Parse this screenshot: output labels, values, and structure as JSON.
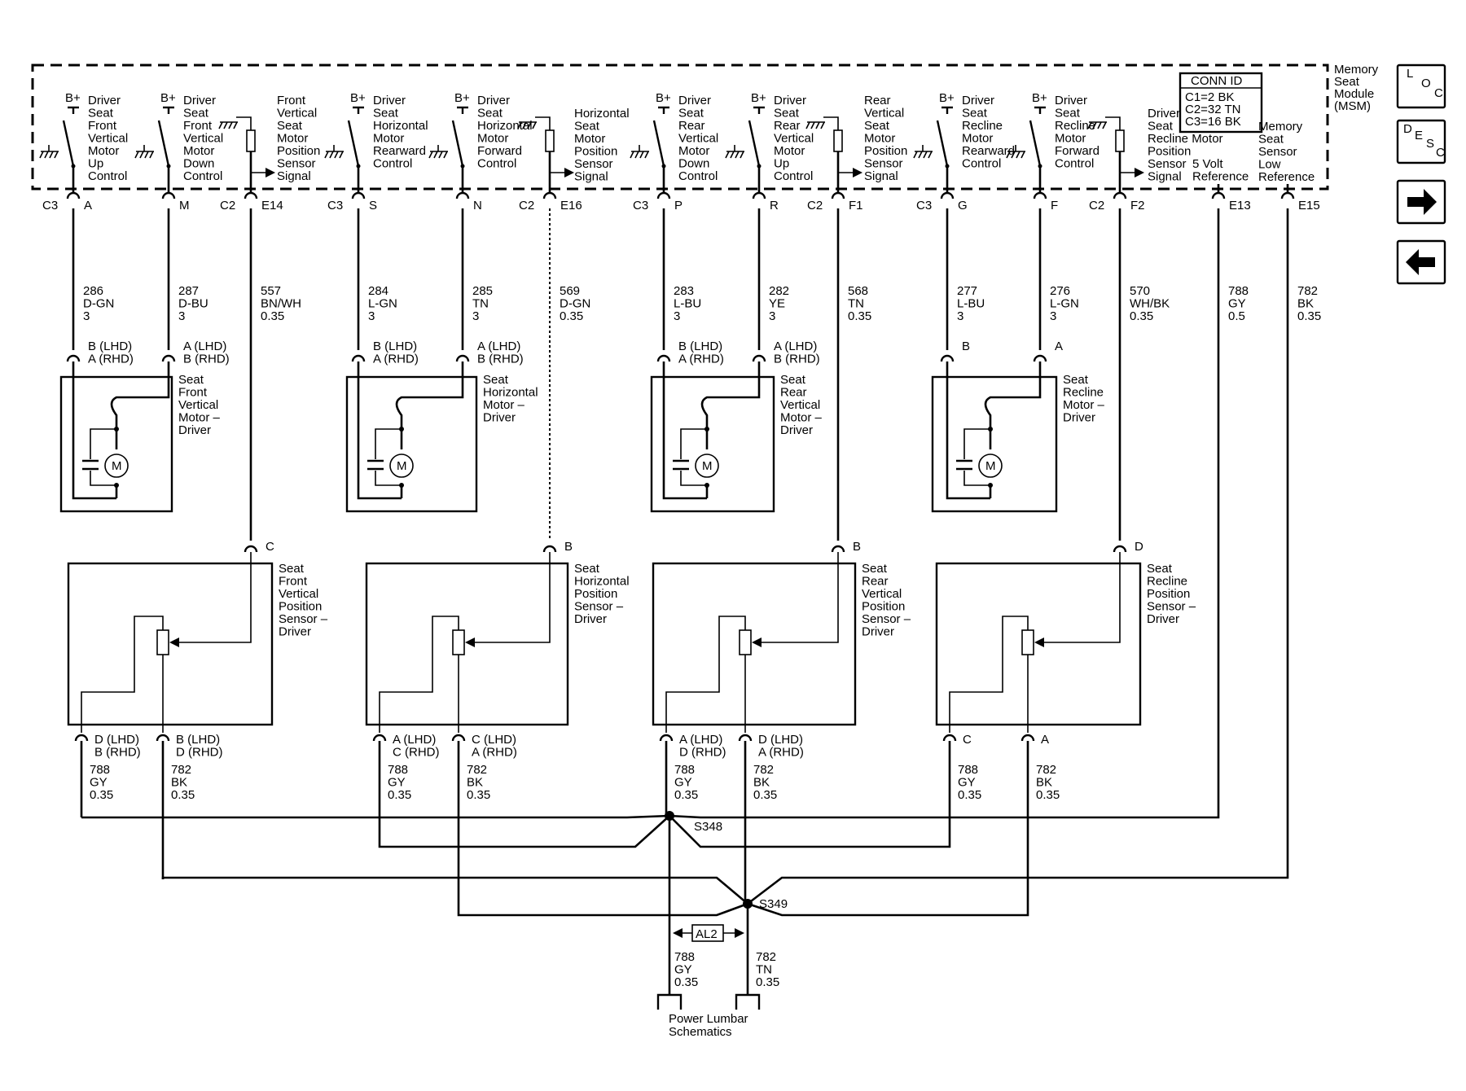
{
  "module": {
    "name_lines": [
      "Memory",
      "Seat",
      "Module",
      "(MSM)"
    ],
    "conn_id": {
      "title": "CONN ID",
      "rows": [
        "C1=2 BK",
        "C2=32 TN",
        "C3=16 BK"
      ]
    }
  },
  "b_plus": "B+",
  "msm_circuits": [
    {
      "id": "c1",
      "lines": [
        "Driver",
        "Seat",
        "Front",
        "Vertical",
        "Motor",
        "Up",
        "Control"
      ],
      "conn": "C3",
      "pin": "A",
      "wire": [
        "286",
        "D-GN",
        "3"
      ]
    },
    {
      "id": "c2",
      "lines": [
        "Driver",
        "Seat",
        "Front",
        "Vertical",
        "Motor",
        "Down",
        "Control"
      ],
      "conn": "",
      "pin": "M",
      "wire": [
        "287",
        "D-BU",
        "3"
      ]
    },
    {
      "id": "c3",
      "lines": [
        "Front",
        "Vertical",
        "Seat",
        "Motor",
        "Position",
        "Sensor",
        "Signal"
      ],
      "conn": "C2",
      "pin": "E14",
      "wire": [
        "557",
        "BN/WH",
        "0.35"
      ]
    },
    {
      "id": "c4",
      "lines": [
        "Driver",
        "Seat",
        "Horizontal",
        "Motor",
        "Rearward",
        "Control"
      ],
      "conn": "C3",
      "pin": "S",
      "wire": [
        "284",
        "L-GN",
        "3"
      ]
    },
    {
      "id": "c5",
      "lines": [
        "Driver",
        "Seat",
        "Horizontal",
        "Motor",
        "Forward",
        "Control"
      ],
      "conn": "",
      "pin": "N",
      "wire": [
        "285",
        "TN",
        "3"
      ]
    },
    {
      "id": "c6",
      "lines": [
        "Horizontal",
        "Seat",
        "Motor",
        "Position",
        "Sensor",
        "Signal"
      ],
      "conn": "C2",
      "pin": "E16",
      "wire": [
        "569",
        "D-GN",
        "0.35"
      ]
    },
    {
      "id": "c7",
      "lines": [
        "Driver",
        "Seat",
        "Rear",
        "Vertical",
        "Motor",
        "Down",
        "Control"
      ],
      "conn": "C3",
      "pin": "P",
      "wire": [
        "283",
        "L-BU",
        "3"
      ]
    },
    {
      "id": "c8",
      "lines": [
        "Driver",
        "Seat",
        "Rear",
        "Vertical",
        "Motor",
        "Up",
        "Control"
      ],
      "conn": "",
      "pin": "R",
      "wire": [
        "282",
        "YE",
        "3"
      ]
    },
    {
      "id": "c9",
      "lines": [
        "Rear",
        "Vertical",
        "Seat",
        "Motor",
        "Position",
        "Sensor",
        "Signal"
      ],
      "conn": "C2",
      "pin": "F1",
      "wire": [
        "568",
        "TN",
        "0.35"
      ]
    },
    {
      "id": "c10",
      "lines": [
        "Driver",
        "Seat",
        "Recline",
        "Motor",
        "Rearward",
        "Control"
      ],
      "conn": "C3",
      "pin": "G",
      "wire": [
        "277",
        "L-BU",
        "3"
      ]
    },
    {
      "id": "c11",
      "lines": [
        "Driver",
        "Seat",
        "Recline",
        "Motor",
        "Forward",
        "Control"
      ],
      "conn": "",
      "pin": "F",
      "wire": [
        "276",
        "L-GN",
        "3"
      ]
    },
    {
      "id": "c12",
      "lines": [
        "Driver",
        "Seat",
        "Recline Motor",
        "Position",
        "Sensor",
        "Signal"
      ],
      "conn": "C2",
      "pin": "F2",
      "wire": [
        "570",
        "WH/BK",
        "0.35"
      ]
    },
    {
      "id": "c13",
      "lines": [
        "5 Volt",
        "Reference"
      ],
      "conn": "",
      "pin": "E13",
      "wire": [
        "788",
        "GY",
        "0.5"
      ]
    },
    {
      "id": "c14",
      "lines": [
        "Memory",
        "Seat",
        "Sensor",
        "Low",
        "Reference"
      ],
      "conn": "",
      "pin": "E15",
      "wire": [
        "782",
        "BK",
        "0.35"
      ]
    }
  ],
  "motors": [
    {
      "id": "m1",
      "name": [
        "Seat",
        "Front",
        "Vertical",
        "Motor –",
        "Driver"
      ],
      "pin_left": [
        "B (LHD)",
        "A (RHD)"
      ],
      "pin_right": [
        "A (LHD)",
        "B (RHD)"
      ],
      "symbol": "M"
    },
    {
      "id": "m2",
      "name": [
        "Seat",
        "Horizontal",
        "Motor –",
        "Driver"
      ],
      "pin_left": [
        "B (LHD)",
        "A (RHD)"
      ],
      "pin_right": [
        "A (LHD)",
        "B (RHD)"
      ],
      "symbol": "M"
    },
    {
      "id": "m3",
      "name": [
        "Seat",
        "Rear",
        "Vertical",
        "Motor –",
        "Driver"
      ],
      "pin_left": [
        "B (LHD)",
        "A (RHD)"
      ],
      "pin_right": [
        "A (LHD)",
        "B (RHD)"
      ],
      "symbol": "M"
    },
    {
      "id": "m4",
      "name": [
        "Seat",
        "Recline",
        "Motor –",
        "Driver"
      ],
      "pin_left": [
        "B"
      ],
      "pin_right": [
        "A"
      ],
      "symbol": "M"
    }
  ],
  "sensors": [
    {
      "id": "s1",
      "name": [
        "Seat",
        "Front",
        "Vertical",
        "Position",
        "Sensor –",
        "Driver"
      ],
      "signal_pin": "C",
      "pin_left": [
        "D (LHD)",
        "B (RHD)"
      ],
      "pin_right": [
        "B (LHD)",
        "D (RHD)"
      ],
      "wire_left": [
        "788",
        "GY",
        "0.35"
      ],
      "wire_right": [
        "782",
        "BK",
        "0.35"
      ]
    },
    {
      "id": "s2",
      "name": [
        "Seat",
        "Horizontal",
        "Position",
        "Sensor –",
        "Driver"
      ],
      "signal_pin": "B",
      "pin_left": [
        "A (LHD)",
        "C (RHD)"
      ],
      "pin_right": [
        "C (LHD)",
        "A (RHD)"
      ],
      "wire_left": [
        "788",
        "GY",
        "0.35"
      ],
      "wire_right": [
        "782",
        "BK",
        "0.35"
      ]
    },
    {
      "id": "s3",
      "name": [
        "Seat",
        "Rear",
        "Vertical",
        "Position",
        "Sensor –",
        "Driver"
      ],
      "signal_pin": "B",
      "pin_left": [
        "A (LHD)",
        "D (RHD)"
      ],
      "pin_right": [
        "D (LHD)",
        "A (RHD)"
      ],
      "wire_left": [
        "788",
        "GY",
        "0.35"
      ],
      "wire_right": [
        "782",
        "BK",
        "0.35"
      ]
    },
    {
      "id": "s4",
      "name": [
        "Seat",
        "Recline",
        "Position",
        "Sensor –",
        "Driver"
      ],
      "signal_pin": "D",
      "pin_left": [
        "C"
      ],
      "pin_right": [
        "A"
      ],
      "wire_left": [
        "788",
        "GY",
        "0.35"
      ],
      "wire_right": [
        "782",
        "BK",
        "0.35"
      ]
    }
  ],
  "splices": {
    "s348": "S348",
    "s349": "S349",
    "al2": "AL2"
  },
  "lumbar": {
    "wire_left": [
      "788",
      "GY",
      "0.35"
    ],
    "wire_right": [
      "782",
      "TN",
      "0.35"
    ],
    "label": [
      "Power Lumbar",
      "Schematics"
    ]
  },
  "nav": {
    "loc": [
      "L",
      "O",
      "C"
    ],
    "desc": [
      "D",
      "E",
      "S",
      "C"
    ],
    "next": "next-arrow-icon",
    "back": "back-arrow-icon"
  }
}
